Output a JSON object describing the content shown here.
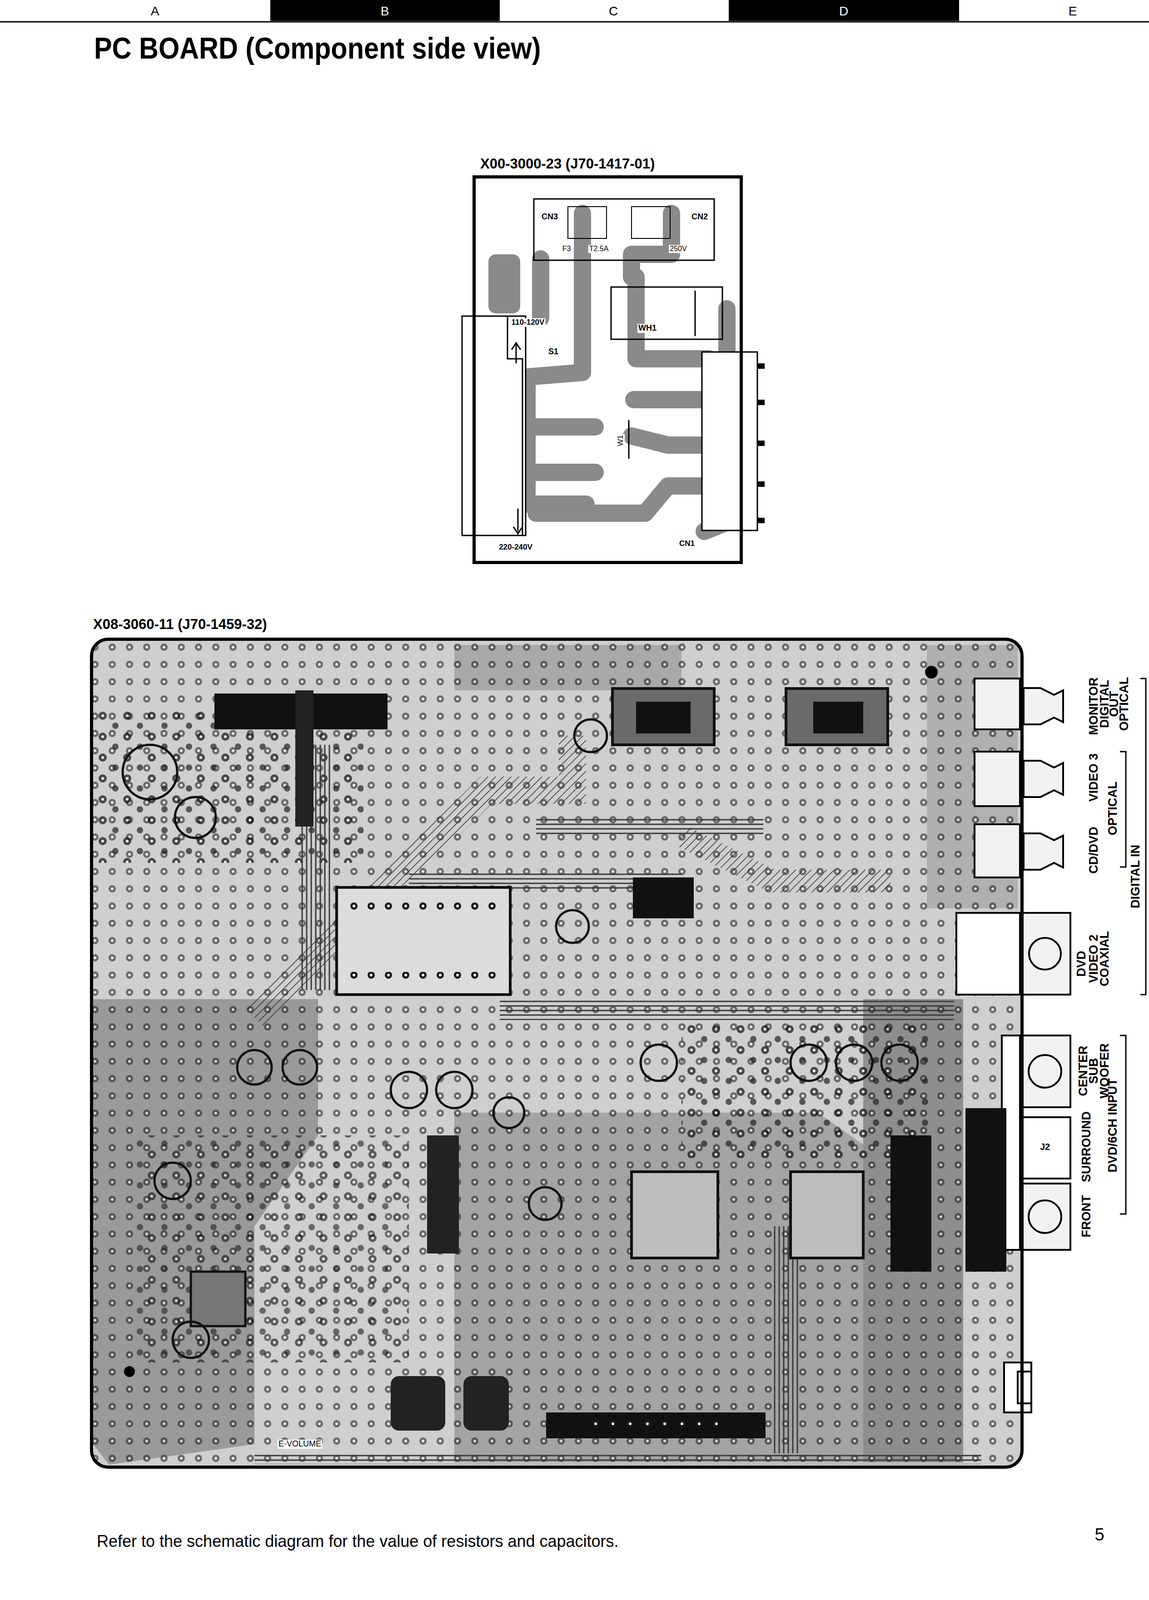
{
  "diagram": {
    "title": "PC BOARD (Component side view)",
    "caption": "Refer to the schematic diagram for the value of resistors and capacitors.",
    "nodes": [
      {
        "text": [
          "X00-3000-23 (J70-1417-01)"
        ]
      },
      {
        "text": [
          "X08-3060-11 (J70-1459-32)"
        ]
      }
    ],
    "labels": [
      "A",
      "B",
      "C",
      "D",
      "E",
      "CN3",
      "CN2",
      "F3",
      "T2.5A",
      "250V",
      "110-120V",
      "S1",
      "WH1",
      "W1",
      "220-240V",
      "CN1",
      "MONITOR",
      "DIGITAL",
      "OUT",
      "OPTICAL",
      "VIDEO 3",
      "CD/DVD",
      "OPTICAL",
      "DIGITAL IN",
      "DVD",
      "VIDEO 2",
      "COAXIAL",
      "CENTER",
      "SUB",
      "WOOFER",
      "SURROUND",
      "J2",
      "FRONT",
      "DVD/6CH INPUT",
      "E-VOLUME",
      "5"
    ]
  }
}
